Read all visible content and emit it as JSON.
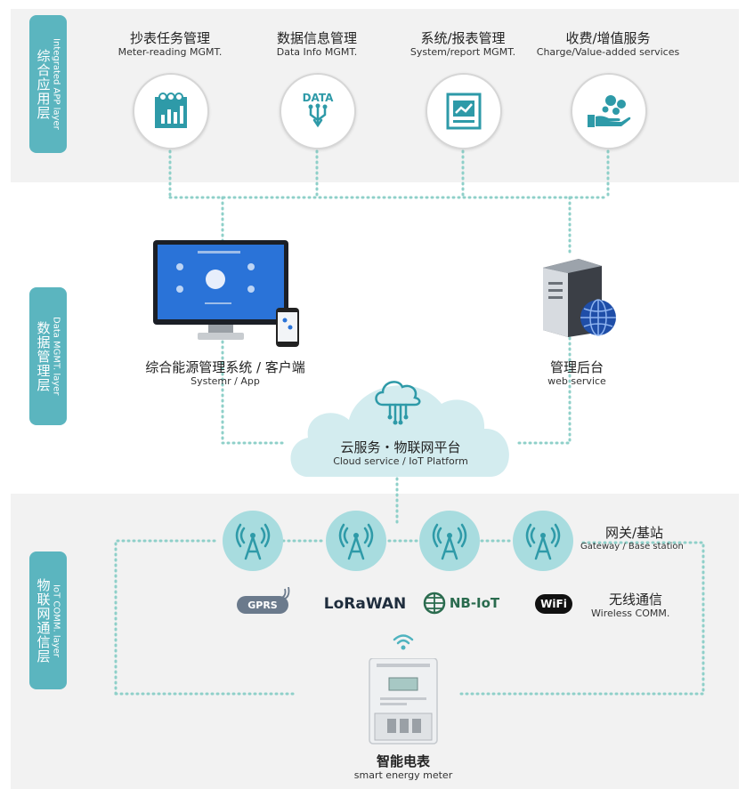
{
  "layers": {
    "app": {
      "cn": "综合应用层",
      "en": "Integrated APP layer"
    },
    "data": {
      "cn": "数据管理层",
      "en": "Data MGMT. layer"
    },
    "iot": {
      "cn": "物联网通信层",
      "en": "IoT COMM. layer"
    }
  },
  "apps": [
    {
      "cn": "抄表任务管理",
      "en": "Meter-reading MGMT."
    },
    {
      "cn": "数据信息管理",
      "en": "Data Info MGMT."
    },
    {
      "cn": "系统/报表管理",
      "en": "System/report MGMT."
    },
    {
      "cn": "收费/增值服务",
      "en": "Charge/Value-added services"
    }
  ],
  "data_icon_text": "DATA",
  "system": {
    "cn": "综合能源管理系统 / 客户端",
    "en": "Systemr / App"
  },
  "backend": {
    "cn": "管理后台",
    "en": "web service"
  },
  "cloud": {
    "cn": "云服务・物联网平台",
    "en": "Cloud service / IoT Platform"
  },
  "gateway": {
    "cn": "网关/基站",
    "en": "Gateway / Base station"
  },
  "wireless": {
    "cn": "无线通信",
    "en": "Wireless COMM."
  },
  "protocols": {
    "gprs": "GPRS",
    "lorawan": "LoRaWAN",
    "nbiot": "NB-IoT",
    "wifi": "WiFi"
  },
  "meter": {
    "cn": "智能电表",
    "en": "smart energy meter"
  },
  "colors": {
    "accent": "#5bb5bf",
    "band": "#f2f2f2",
    "dots": "#8fd0c9",
    "tower": "#a8dcdf",
    "cloud": "#d3ecef"
  }
}
